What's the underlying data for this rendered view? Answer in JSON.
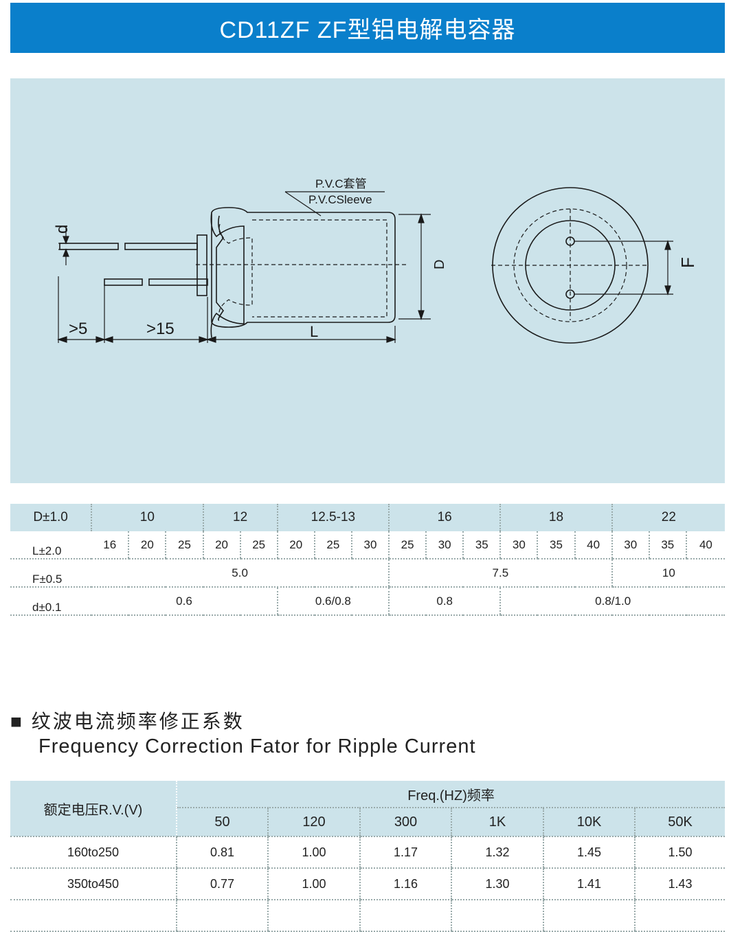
{
  "header": {
    "title": "CD11ZF  ZF型铝电解电容器"
  },
  "diagram": {
    "sleeve_cn": "P.V.C套管",
    "sleeve_en": "P.V.CSleeve",
    "dim_d": "d",
    "dim_D": "D",
    "dim_L": "L",
    "dim_F": "F",
    "dim_5": ">5",
    "dim_15": ">15"
  },
  "dim_table": {
    "D_label": "D±1.0",
    "D_values": [
      "10",
      "12",
      "12.5-13",
      "16",
      "18",
      "22"
    ],
    "L_label": "L±2.0",
    "L_values": [
      "16",
      "20",
      "25",
      "20",
      "25",
      "20",
      "25",
      "30",
      "25",
      "30",
      "35",
      "30",
      "35",
      "40",
      "30",
      "35",
      "40"
    ],
    "F_label": "F±0.5",
    "F_values": [
      "5.0",
      "7.5",
      "10"
    ],
    "d_label": "d±0.1",
    "d_values": [
      "0.6",
      "0.6/0.8",
      "0.8",
      "0.8/1.0"
    ]
  },
  "section": {
    "bullet": "■",
    "title_cn": "纹波电流频率修正系数",
    "title_en": "Frequency Correction Fator for  Ripple Current"
  },
  "freq_table": {
    "rv_header": "额定电压R.V.(V)",
    "freq_header": "Freq.(HZ)频率",
    "freqs": [
      "50",
      "120",
      "300",
      "1K",
      "10K",
      "50K"
    ],
    "rows": [
      {
        "rv": "160to250",
        "values": [
          "0.81",
          "1.00",
          "1.17",
          "1.32",
          "1.45",
          "1.50"
        ]
      },
      {
        "rv": "350to450",
        "values": [
          "0.77",
          "1.00",
          "1.16",
          "1.30",
          "1.41",
          "1.43"
        ]
      }
    ]
  }
}
